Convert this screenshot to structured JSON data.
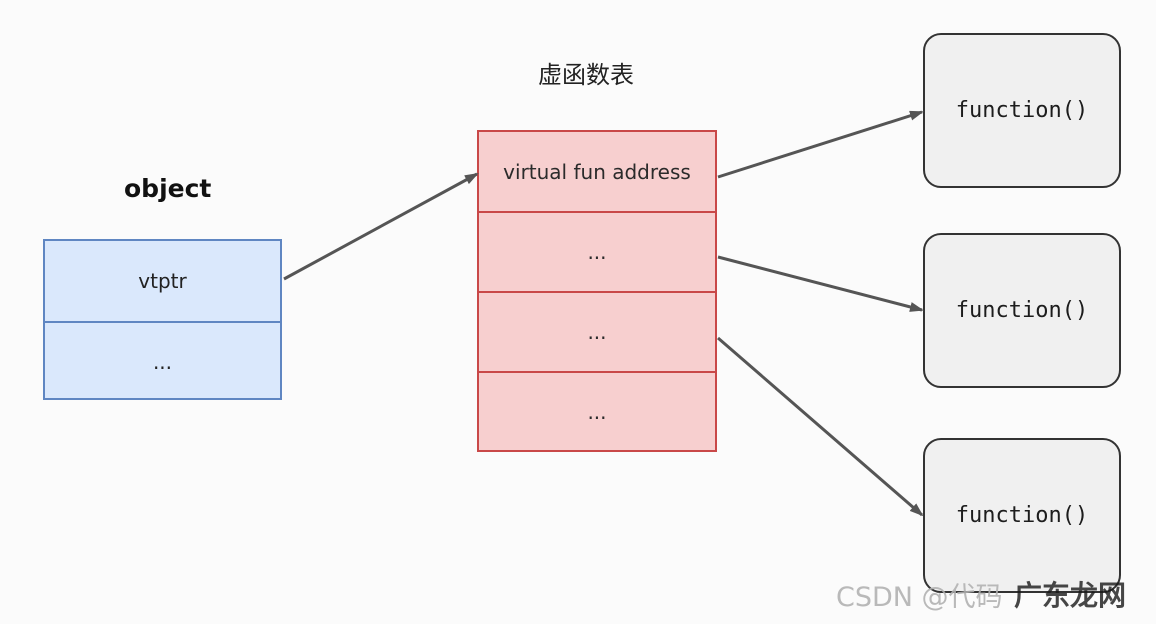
{
  "labels": {
    "object_title": "object",
    "vtable_title": "虚函数表"
  },
  "object_rows": [
    "vtptr",
    "..."
  ],
  "vtable_rows": [
    "virtual fun address",
    "...",
    "...",
    "..."
  ],
  "functions": [
    "function()",
    "function()",
    "function()"
  ],
  "watermark": {
    "text": "CSDN @代码",
    "stamp": "广东龙网"
  },
  "colors": {
    "object_fill": "#dae8fc",
    "object_stroke": "#5f86c2",
    "vtable_fill": "#f7cfcf",
    "vtable_stroke": "#c94848",
    "function_fill": "#f0f0f0",
    "function_stroke": "#333333",
    "arrow": "#555555"
  }
}
